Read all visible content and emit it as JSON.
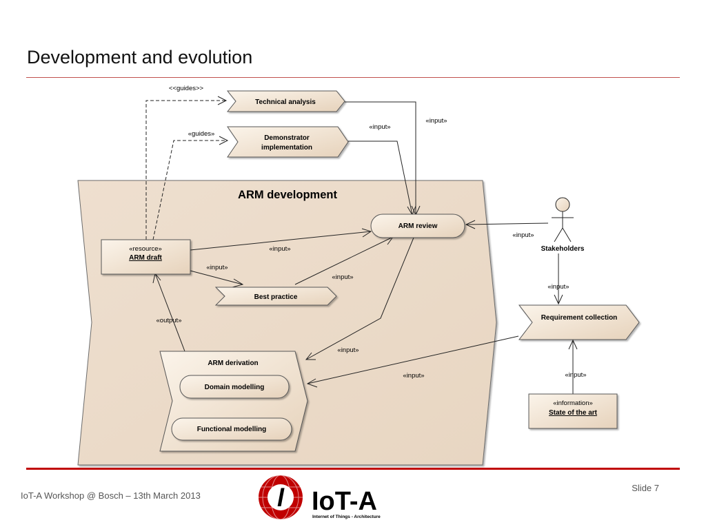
{
  "slide": {
    "title": "Development and evolution",
    "footer": "IoT-A Workshop @ Bosch – 13th March 2013",
    "slide_number": "Slide 7"
  },
  "diagram": {
    "region_title": "ARM development",
    "nodes": {
      "technical_analysis": "Technical analysis",
      "demonstrator_line1": "Demonstrator",
      "demonstrator_line2": "implementation",
      "arm_review": "ARM review",
      "arm_draft_stereotype": "«resource»",
      "arm_draft_name": "ARM draft",
      "best_practice": "Best practice",
      "arm_derivation": "ARM derivation",
      "domain_modelling": "Domain modelling",
      "functional_modelling": "Functional modelling",
      "stakeholders": "Stakeholders",
      "requirement_collection": "Requirement collection",
      "state_of_art_stereotype": "«information»",
      "state_of_art_name": "State of the art"
    },
    "edge_labels": {
      "guides_1": "<<guides>>",
      "guides_2": "«guides»",
      "input_demo": "«input»",
      "input_tech": "«input»",
      "input_stakeholder_review": "«input»",
      "input_draft_review": "«input»",
      "input_draft_best": "«input»",
      "input_best_review": "«input»",
      "output_derivation": "«out​put»",
      "input_stakeholder_req": "«input»",
      "input_review_derivation": "«input»",
      "input_req_derivation": "«input»",
      "input_state_req": "«input»"
    }
  },
  "logo": {
    "name": "IoT-A",
    "tagline": "Internet of Things - Architecture",
    "colors": {
      "red": "#c00000",
      "dark": "#1a1a1a"
    }
  },
  "colors": {
    "accent": "#c00000",
    "region_fill": "#ecdccb",
    "node_fill": "#f3e5d3"
  }
}
